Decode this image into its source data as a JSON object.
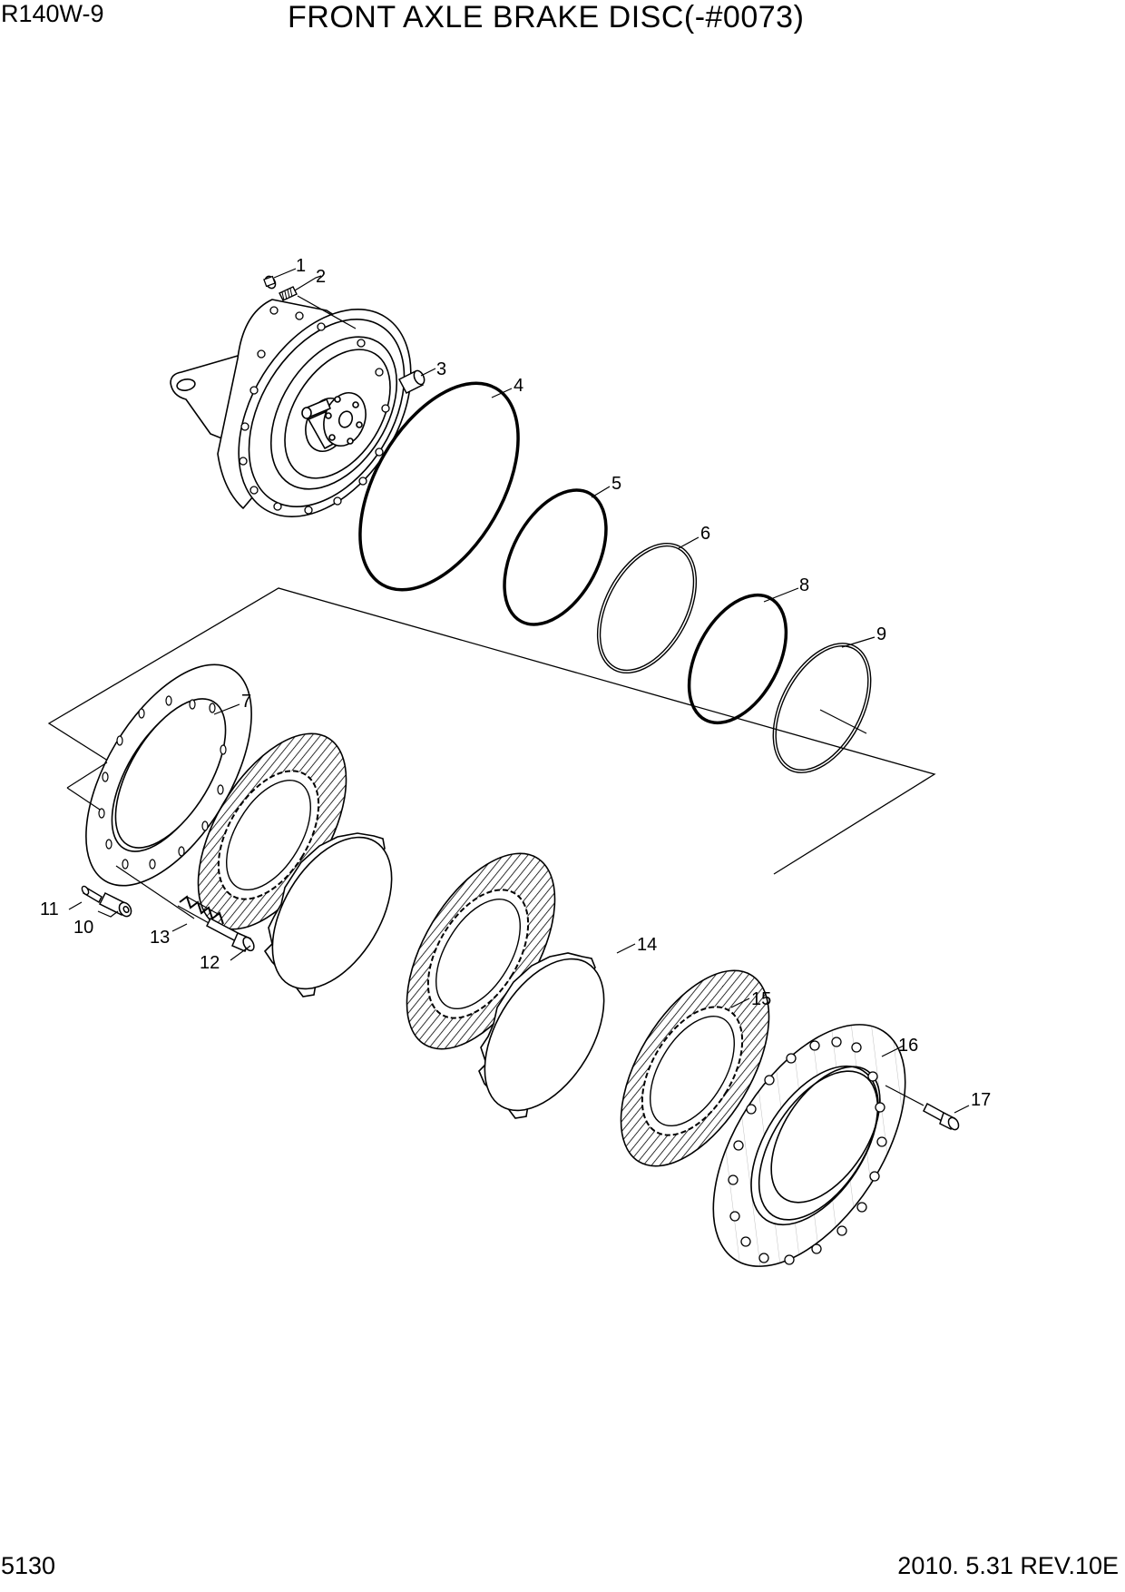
{
  "header": {
    "model": "R140W-9",
    "title": "FRONT AXLE BRAKE DISC(-#0073)"
  },
  "footer": {
    "page_number": "5130",
    "revision": "2010. 5.31  REV.10E"
  },
  "part_labels": [
    "1",
    "2",
    "3",
    "4",
    "5",
    "6",
    "7",
    "8",
    "9",
    "10",
    "11",
    "12",
    "13",
    "14",
    "15",
    "16",
    "17"
  ]
}
